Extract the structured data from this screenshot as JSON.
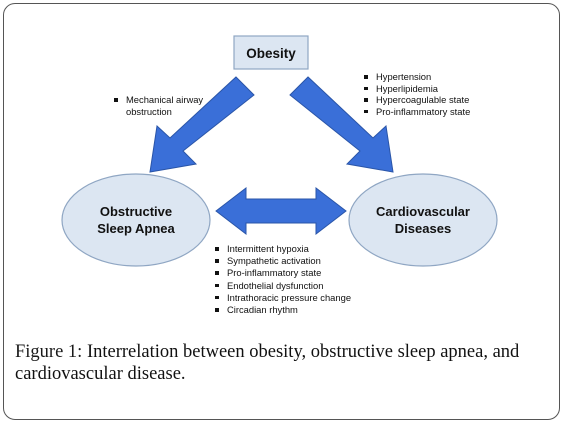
{
  "nodes": {
    "obesity": "Obesity",
    "osa_line1": "Obstructive",
    "osa_line2": "Sleep Apnea",
    "cvd_line1": "Cardiovascular",
    "cvd_line2": "Diseases"
  },
  "left_notes": [
    "Mechanical airway",
    "obstruction"
  ],
  "right_notes": [
    "Hypertension",
    "Hyperlipidemia",
    "Hypercoagulable state",
    "Pro-inflammatory state"
  ],
  "bottom_notes": [
    "Intermittent hypoxia",
    "Sympathetic activation",
    "Pro-inflammatory state",
    "Endothelial dysfunction",
    "Intrathoracic pressure change",
    "Circadian rhythm"
  ],
  "caption": {
    "label": "Figure 1:",
    "text": " Interrelation between obesity, obstructive sleep apnea, and cardiovascular disease."
  },
  "colors": {
    "arrow_fill": "#3a6fd8",
    "arrow_stroke": "#2a55a8",
    "node_fill": "#dce6f2",
    "node_stroke": "#8fa6c3"
  }
}
